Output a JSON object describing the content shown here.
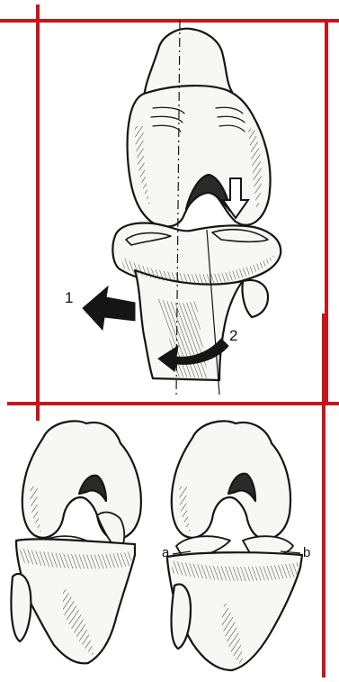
{
  "colors": {
    "frame_red": "#c8141c",
    "ink": "#151515",
    "bone": "#f7f7f4",
    "shadow": "#2a2a2a"
  },
  "labels": {
    "arrow_1": "1",
    "arrow_2": "2",
    "meniscus_a": "a",
    "meniscus_b": "b"
  },
  "icons": {
    "push_arrow": "down-arrow-outline",
    "rotate_arrow": "curved-arrow",
    "translate_arrow": "left-arrow-solid"
  }
}
